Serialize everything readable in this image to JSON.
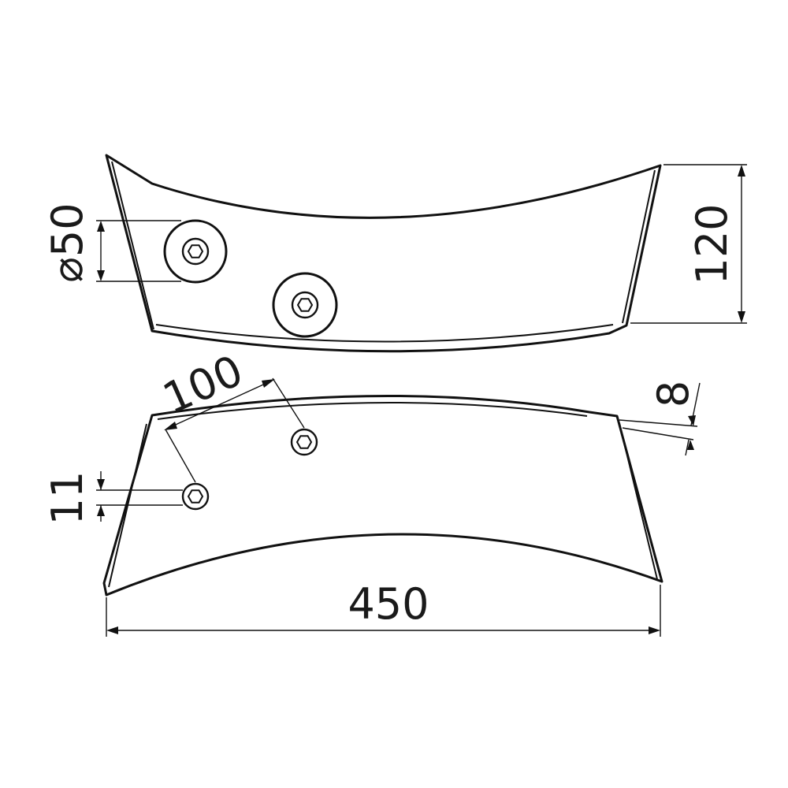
{
  "dimensions": {
    "diameter": "⌀50",
    "height": "120",
    "hole_spacing": "100",
    "thickness": "8",
    "hole_size": "11",
    "length": "450"
  }
}
